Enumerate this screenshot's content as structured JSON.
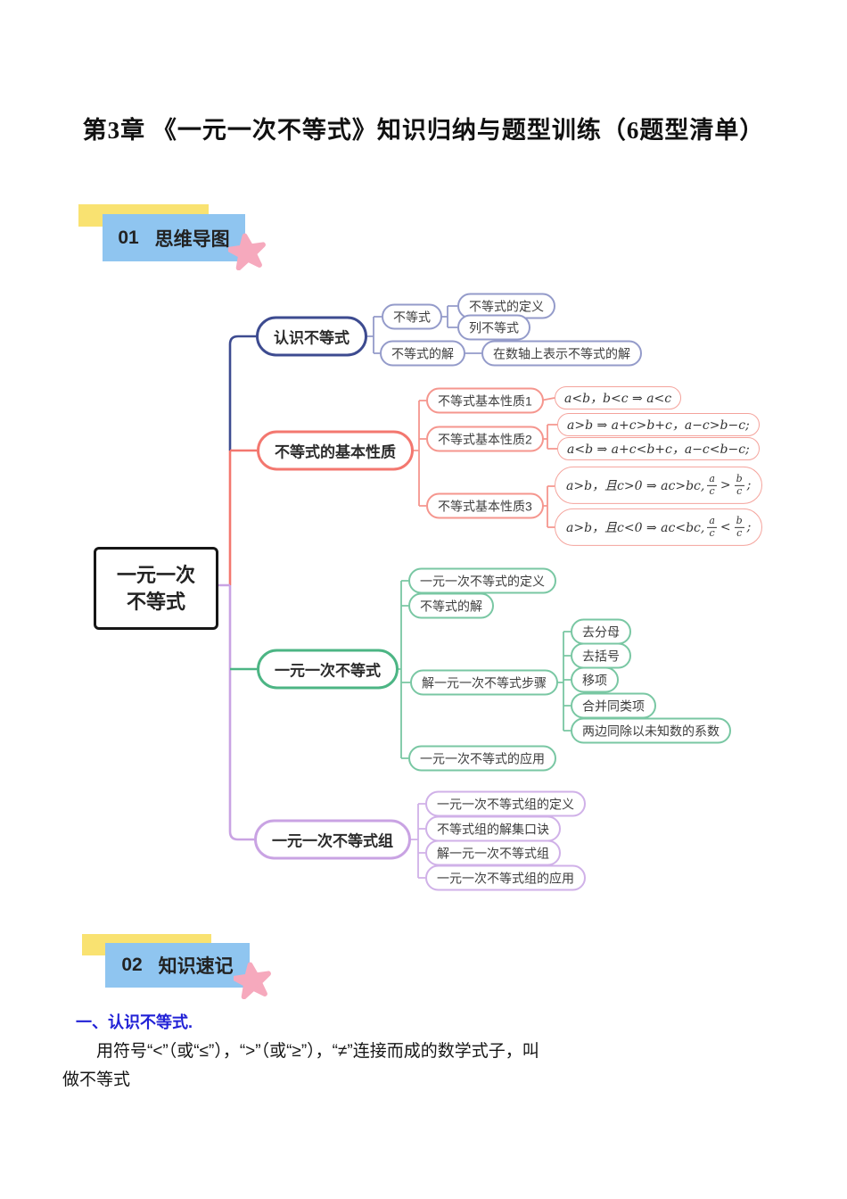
{
  "page": {
    "title": "第3章 《一元一次不等式》知识归纳与题型训练（6题型清单）"
  },
  "sections": {
    "s1": {
      "number": "01",
      "label": "思维导图"
    },
    "s2": {
      "number": "02",
      "label": "知识速记"
    }
  },
  "mindmap": {
    "root": {
      "line1": "一元一次",
      "line2": "不等式"
    },
    "b1": {
      "label": "认识不等式",
      "c1": "不等式",
      "c1a": "不等式的定义",
      "c1b": "列不等式",
      "c2": "不等式的解",
      "c2a": "在数轴上表示不等式的解"
    },
    "b2": {
      "label": "不等式的基本性质",
      "p1": "不等式基本性质1",
      "p2": "不等式基本性质2",
      "p3": "不等式基本性质3",
      "f1": "a<b，b<c ⇒ a<c",
      "f2": "a>b ⇒ a+c>b+c，a−c>b−c;",
      "f3": "a<b ⇒ a+c<b+c，a−c<b−c;",
      "f4": {
        "pre": "a>b，且c>0 ⇒ ac>bc,",
        "n1": "a",
        "d1": "c",
        "op": ">",
        "n2": "b",
        "d2": "c",
        "post": ";"
      },
      "f5": {
        "pre": "a>b，且c<0 ⇒ ac<bc,",
        "n1": "a",
        "d1": "c",
        "op": "<",
        "n2": "b",
        "d2": "c",
        "post": ";"
      }
    },
    "b3": {
      "label": "一元一次不等式",
      "c1": "一元一次不等式的定义",
      "c2": "不等式的解",
      "c3": "解一元一次不等式步骤",
      "c4": "一元一次不等式的应用",
      "steps": [
        "去分母",
        "去括号",
        "移项",
        "合并同类项",
        "两边同除以未知数的系数"
      ]
    },
    "b4": {
      "label": "一元一次不等式组",
      "c1": "一元一次不等式组的定义",
      "c2": "不等式组的解集口诀",
      "c3": "解一元一次不等式组",
      "c4": "一元一次不等式组的应用"
    }
  },
  "notes": {
    "heading": "一、认识不等式.",
    "body_line1": "用符号“<”（或“≤”），“>”（或“≥”），“≠”连接而成的数学式子，叫",
    "body_line2": "做不等式"
  },
  "colors": {
    "banner_yellow": "#f9e271",
    "banner_blue": "#8fc5f0",
    "star_pink": "#f6a9bd",
    "branch1_navy": "#3d4b90",
    "branch2_red": "#f3776f",
    "branch3_green": "#4cb584",
    "branch4_purple": "#c9a3e3",
    "heading_blue": "#2121d6"
  }
}
